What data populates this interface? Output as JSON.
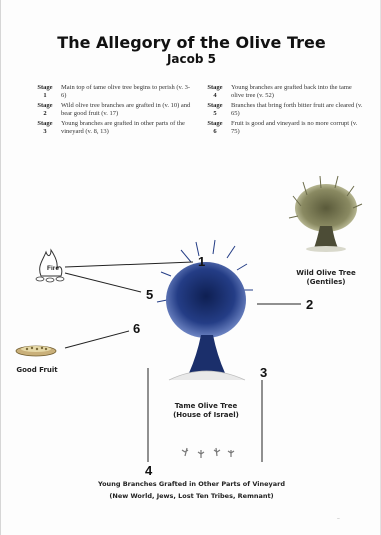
{
  "title": "The Allegory of the Olive Tree",
  "subtitle": "Jacob 5",
  "stage_label": "Stage",
  "stages": [
    {
      "number": "1",
      "text": "Main top of tame olive tree begins to perish (v. 3-6)"
    },
    {
      "number": "4",
      "text": "Young branches are grafted back into the tame olive tree (v. 52)"
    },
    {
      "number": "2",
      "text": "Wild olive tree branches are grafted in (v. 10) and bear good fruit (v. 17)"
    },
    {
      "number": "5",
      "text": "Branches that bring forth bitter fruit are cleared (v. 65)"
    },
    {
      "number": "3",
      "text": "Young branches are grafted in other parts of the vineyard (v. 8, 13)"
    },
    {
      "number": "6",
      "text": "Fruit is good and vineyard is no more corrupt (v. 75)"
    }
  ],
  "labels": {
    "fire": "Fire",
    "good_fruit": "Good Fruit",
    "wild_tree": [
      "Wild Olive Tree",
      "(Gentiles)"
    ],
    "tame_tree": [
      "Tame Olive Tree",
      "(House of Israel)"
    ]
  },
  "callouts": [
    "1",
    "2",
    "3",
    "4",
    "5",
    "6"
  ],
  "caption": {
    "line1": "Young Branches Grafted in Other Parts of Vineyard",
    "line2": "(New World, Jews, Lost Ten Tribes, Remnant)"
  }
}
